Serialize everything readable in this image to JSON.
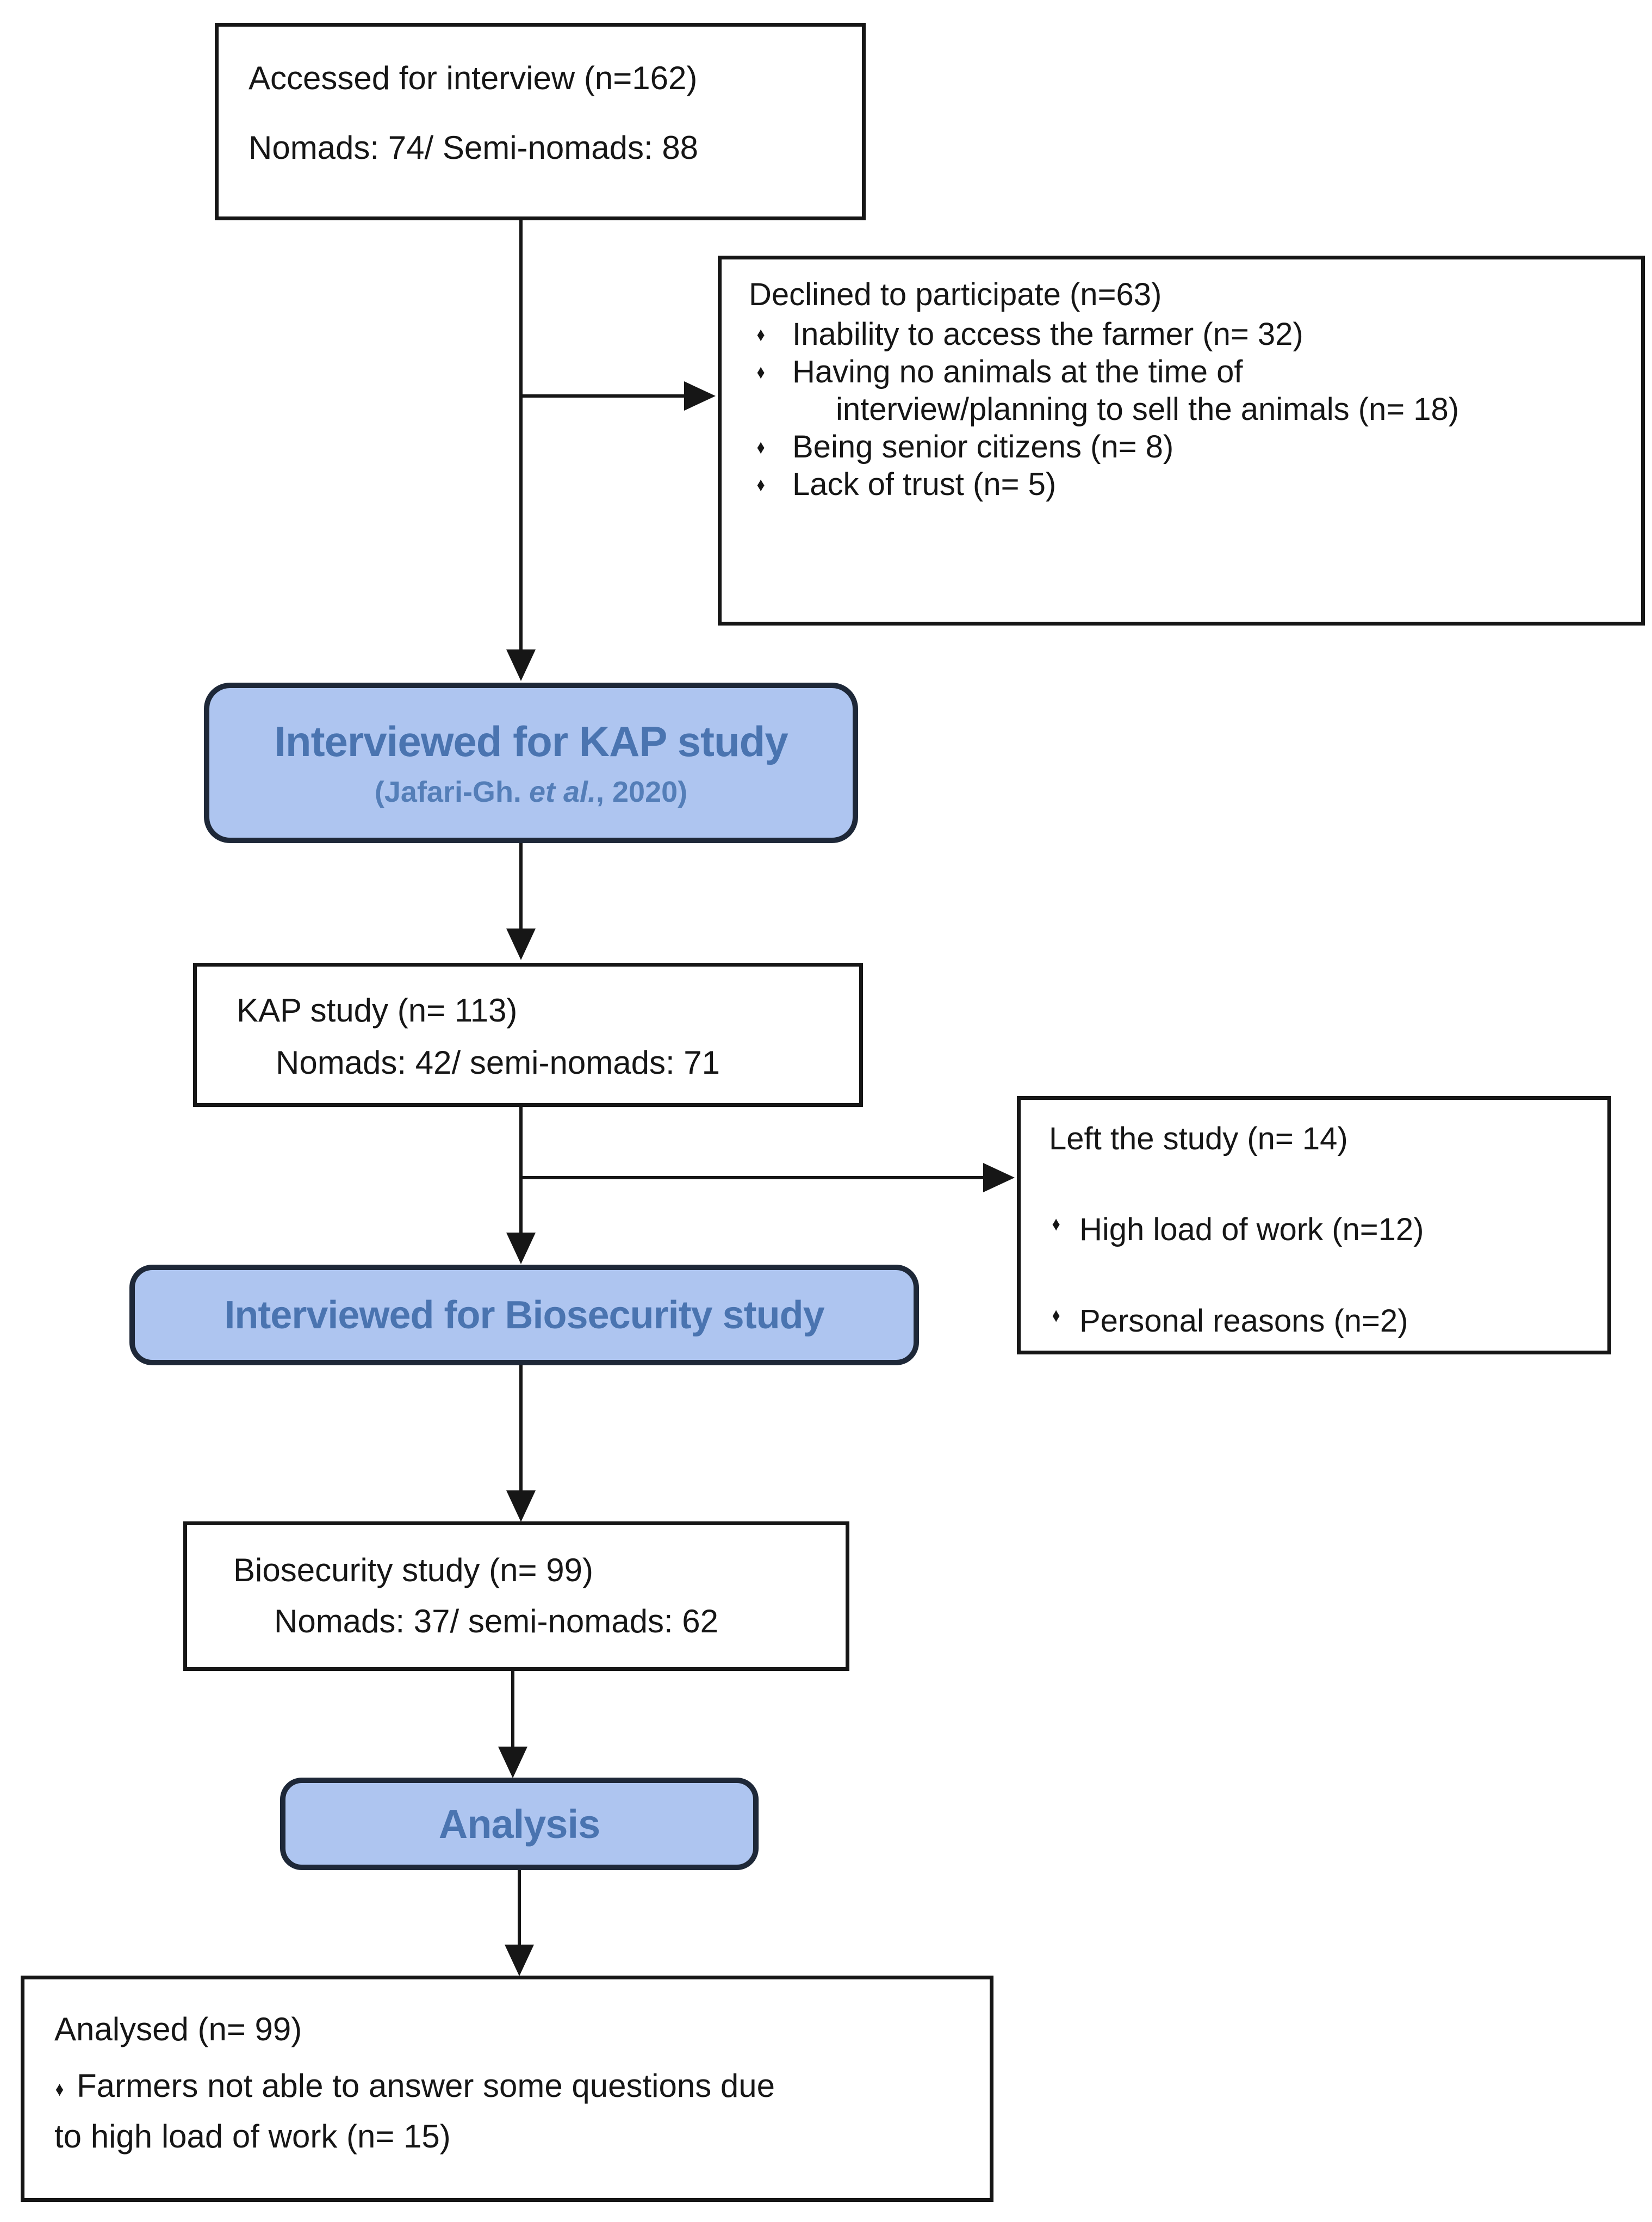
{
  "diagram": {
    "bullet_char": "♦",
    "colors": {
      "background": "#ffffff",
      "box_fill": "#ffffff",
      "box_border": "#161616",
      "text": "#161616",
      "blue_fill": "#aec5f0",
      "blue_border": "#1e2838",
      "blue_title_text": "#4a74b0",
      "blue_subtitle_text": "#547eb8",
      "arrow": "#161616"
    },
    "accessed": {
      "line1": "Accessed for interview (n=162)",
      "line2": "Nomads: 74/ Semi-nomads: 88"
    },
    "declined": {
      "title": "Declined to participate (n=63)",
      "items": [
        {
          "line1": "Inability to access the farmer (n= 32)"
        },
        {
          "line1": "Having no animals at the time of",
          "line2": "interview/planning to sell the animals (n= 18)"
        },
        {
          "line1": "Being senior citizens (n= 8)"
        },
        {
          "line1": "Lack of trust (n= 5)"
        }
      ]
    },
    "kap_interviewed": {
      "title": "Interviewed for KAP study",
      "cite_pre": "(Jafari-Gh.",
      "cite_em": "et al.",
      "cite_post": ", 2020)"
    },
    "kap_study": {
      "line1": "KAP study (n= 113)",
      "line2": "Nomads: 42/ semi-nomads: 71"
    },
    "left_study": {
      "title": "Left the study (n= 14)",
      "items": [
        {
          "line1": "High load of work (n=12)"
        },
        {
          "line1": "Personal reasons (n=2)"
        }
      ]
    },
    "bio_interviewed": {
      "title": "Interviewed for Biosecurity study"
    },
    "bio_study": {
      "line1": "Biosecurity study (n= 99)",
      "line2": "Nomads: 37/ semi-nomads: 62"
    },
    "analysis": {
      "title": "Analysis"
    },
    "analysed": {
      "title": "Analysed (n= 99)",
      "bullet_line1": "Farmers not able to answer some questions due",
      "bullet_line2": "to high load of work (n= 15)"
    }
  }
}
